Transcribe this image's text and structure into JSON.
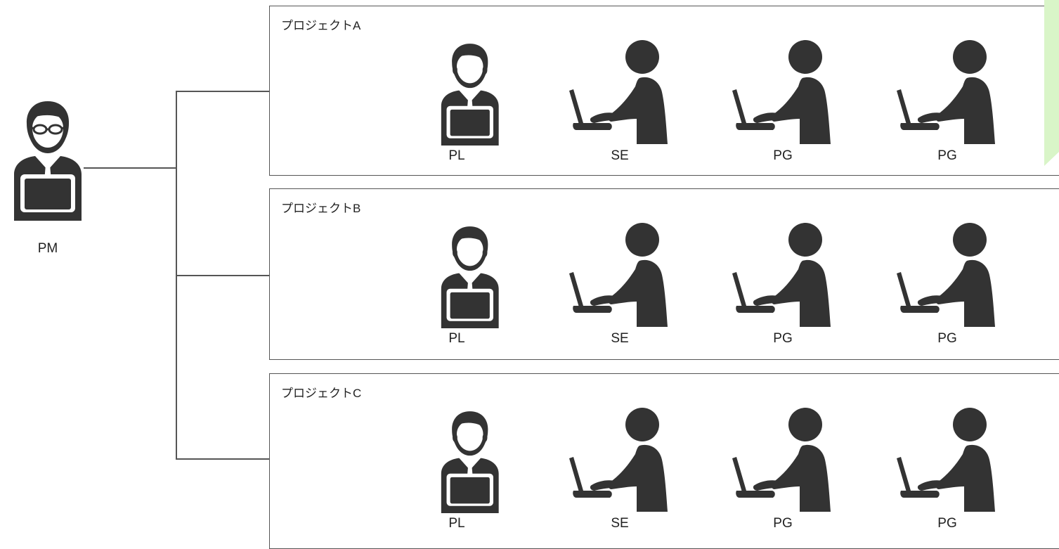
{
  "colors": {
    "icon": "#333333",
    "line": "#555555",
    "sticky": "#d9f5c8"
  },
  "pm": {
    "label": "PM",
    "icon": "manager-with-glasses-laptop-icon"
  },
  "projects": [
    {
      "title": "プロジェクトA",
      "members": [
        {
          "role": "PL",
          "icon": "leader-with-laptop-icon"
        },
        {
          "role": "SE",
          "icon": "person-at-laptop-icon"
        },
        {
          "role": "PG",
          "icon": "person-at-laptop-icon"
        },
        {
          "role": "PG",
          "icon": "person-at-laptop-icon"
        }
      ]
    },
    {
      "title": "プロジェクトB",
      "members": [
        {
          "role": "PL",
          "icon": "leader-with-laptop-icon"
        },
        {
          "role": "SE",
          "icon": "person-at-laptop-icon"
        },
        {
          "role": "PG",
          "icon": "person-at-laptop-icon"
        },
        {
          "role": "PG",
          "icon": "person-at-laptop-icon"
        }
      ]
    },
    {
      "title": "プロジェクトC",
      "members": [
        {
          "role": "PL",
          "icon": "leader-with-laptop-icon"
        },
        {
          "role": "SE",
          "icon": "person-at-laptop-icon"
        },
        {
          "role": "PG",
          "icon": "person-at-laptop-icon"
        },
        {
          "role": "PG",
          "icon": "person-at-laptop-icon"
        }
      ]
    }
  ]
}
